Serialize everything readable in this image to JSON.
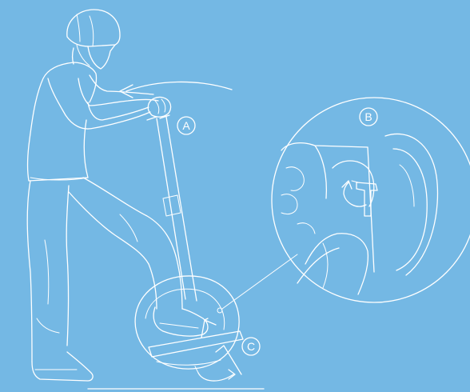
{
  "callouts": {
    "a": "A",
    "b": "B",
    "c": "C"
  },
  "colors": {
    "background": "#74b8e4",
    "line": "#ffffff"
  }
}
